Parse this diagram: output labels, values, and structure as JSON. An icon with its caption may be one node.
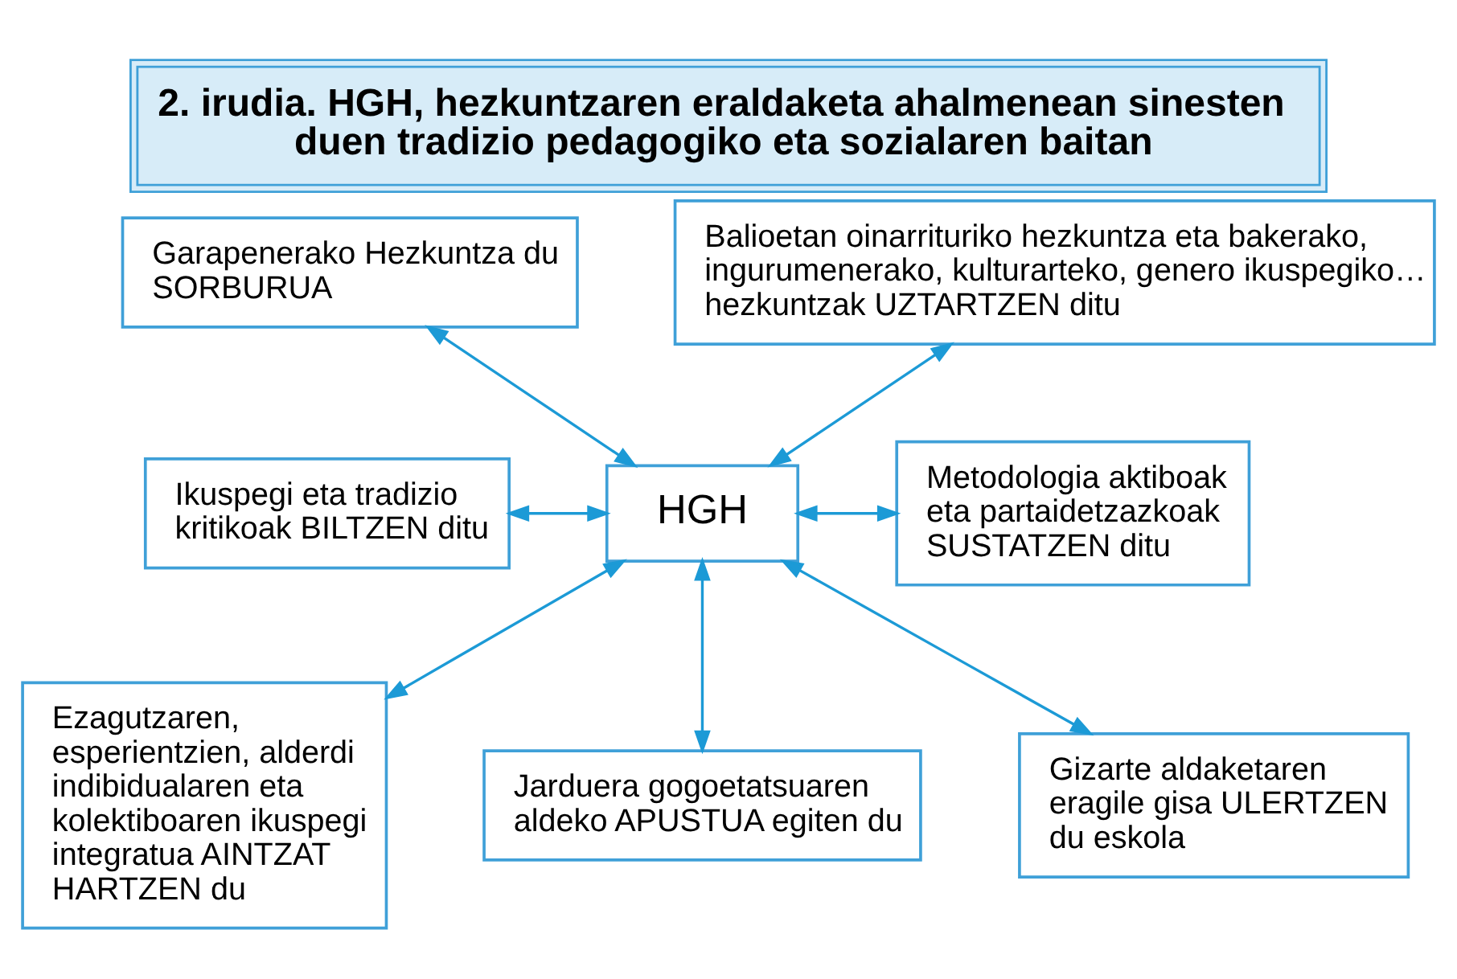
{
  "diagram": {
    "title": "2. irudia. HGH, hezkuntzaren eraldaketa ahalmenean sinesten duen tradizio pedagogiko eta sozialaren baitan",
    "nodes": [
      {
        "text": [
          "Garapenerako Hezkuntza du SORBURUA"
        ]
      },
      {
        "text": [
          "Balioetan oinarrituriko hezkuntza eta bakerako, ingurumenerako, kulturarteko, genero ikuspegiko… hezkuntzak UZTARTZEN ditu"
        ]
      },
      {
        "text": [
          "Ikuspegi eta tradizio kritikoak BILTZEN ditu"
        ]
      },
      {
        "text": [
          "HGH"
        ]
      },
      {
        "text": [
          "Metodologia aktiboak eta partaidetzazkoak SUSTATZEN ditu"
        ]
      },
      {
        "text": [
          "Ezagutzaren, esperientzien, alderdi indibidualaren eta kolektiboaren ikuspegi integratua AINTZAT HARTZEN du"
        ]
      },
      {
        "text": [
          "Jarduera gogoetatsuaren aldeko APUSTUA egiten du"
        ]
      },
      {
        "text": [
          "Gizarte aldaketaren eragile gisa ULERTZEN du eskola"
        ]
      }
    ],
    "edges": [
      {
        "from": 0,
        "to": 3,
        "arrow": "both"
      },
      {
        "from": 1,
        "to": 3,
        "arrow": "both"
      },
      {
        "from": 2,
        "to": 3,
        "arrow": "both"
      },
      {
        "from": 3,
        "to": 4,
        "arrow": "both"
      },
      {
        "from": 3,
        "to": 5,
        "arrow": "both"
      },
      {
        "from": 3,
        "to": 6,
        "arrow": "both"
      },
      {
        "from": 3,
        "to": 7,
        "arrow": "both"
      }
    ]
  }
}
